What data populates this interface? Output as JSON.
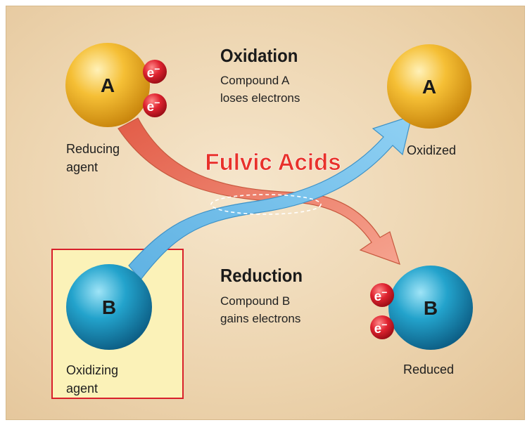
{
  "oxidation": {
    "title": "Oxidation",
    "line1": "Compound A",
    "line2": "loses electrons"
  },
  "reduction": {
    "title": "Reduction",
    "line1": "Compound B",
    "line2": "gains electrons"
  },
  "center_label": "Fulvic Acids",
  "compound_a": {
    "letter": "A",
    "role_line1": "Reducing",
    "role_line2": "agent",
    "result": "Oxidized"
  },
  "compound_b": {
    "letter": "B",
    "role_line1": "Oxidizing",
    "role_line2": "agent",
    "result": "Reduced"
  },
  "electron": {
    "symbol": "e",
    "charge": "−"
  },
  "colors": {
    "compound_a": "#f2b01e",
    "compound_b": "#1f9cc4",
    "electron": "#d8202a",
    "oxidation_arrow": "#f28e7a",
    "reduction_arrow": "#73bde8",
    "highlight_box": "#d8202a",
    "center_label": "#e8322a"
  }
}
